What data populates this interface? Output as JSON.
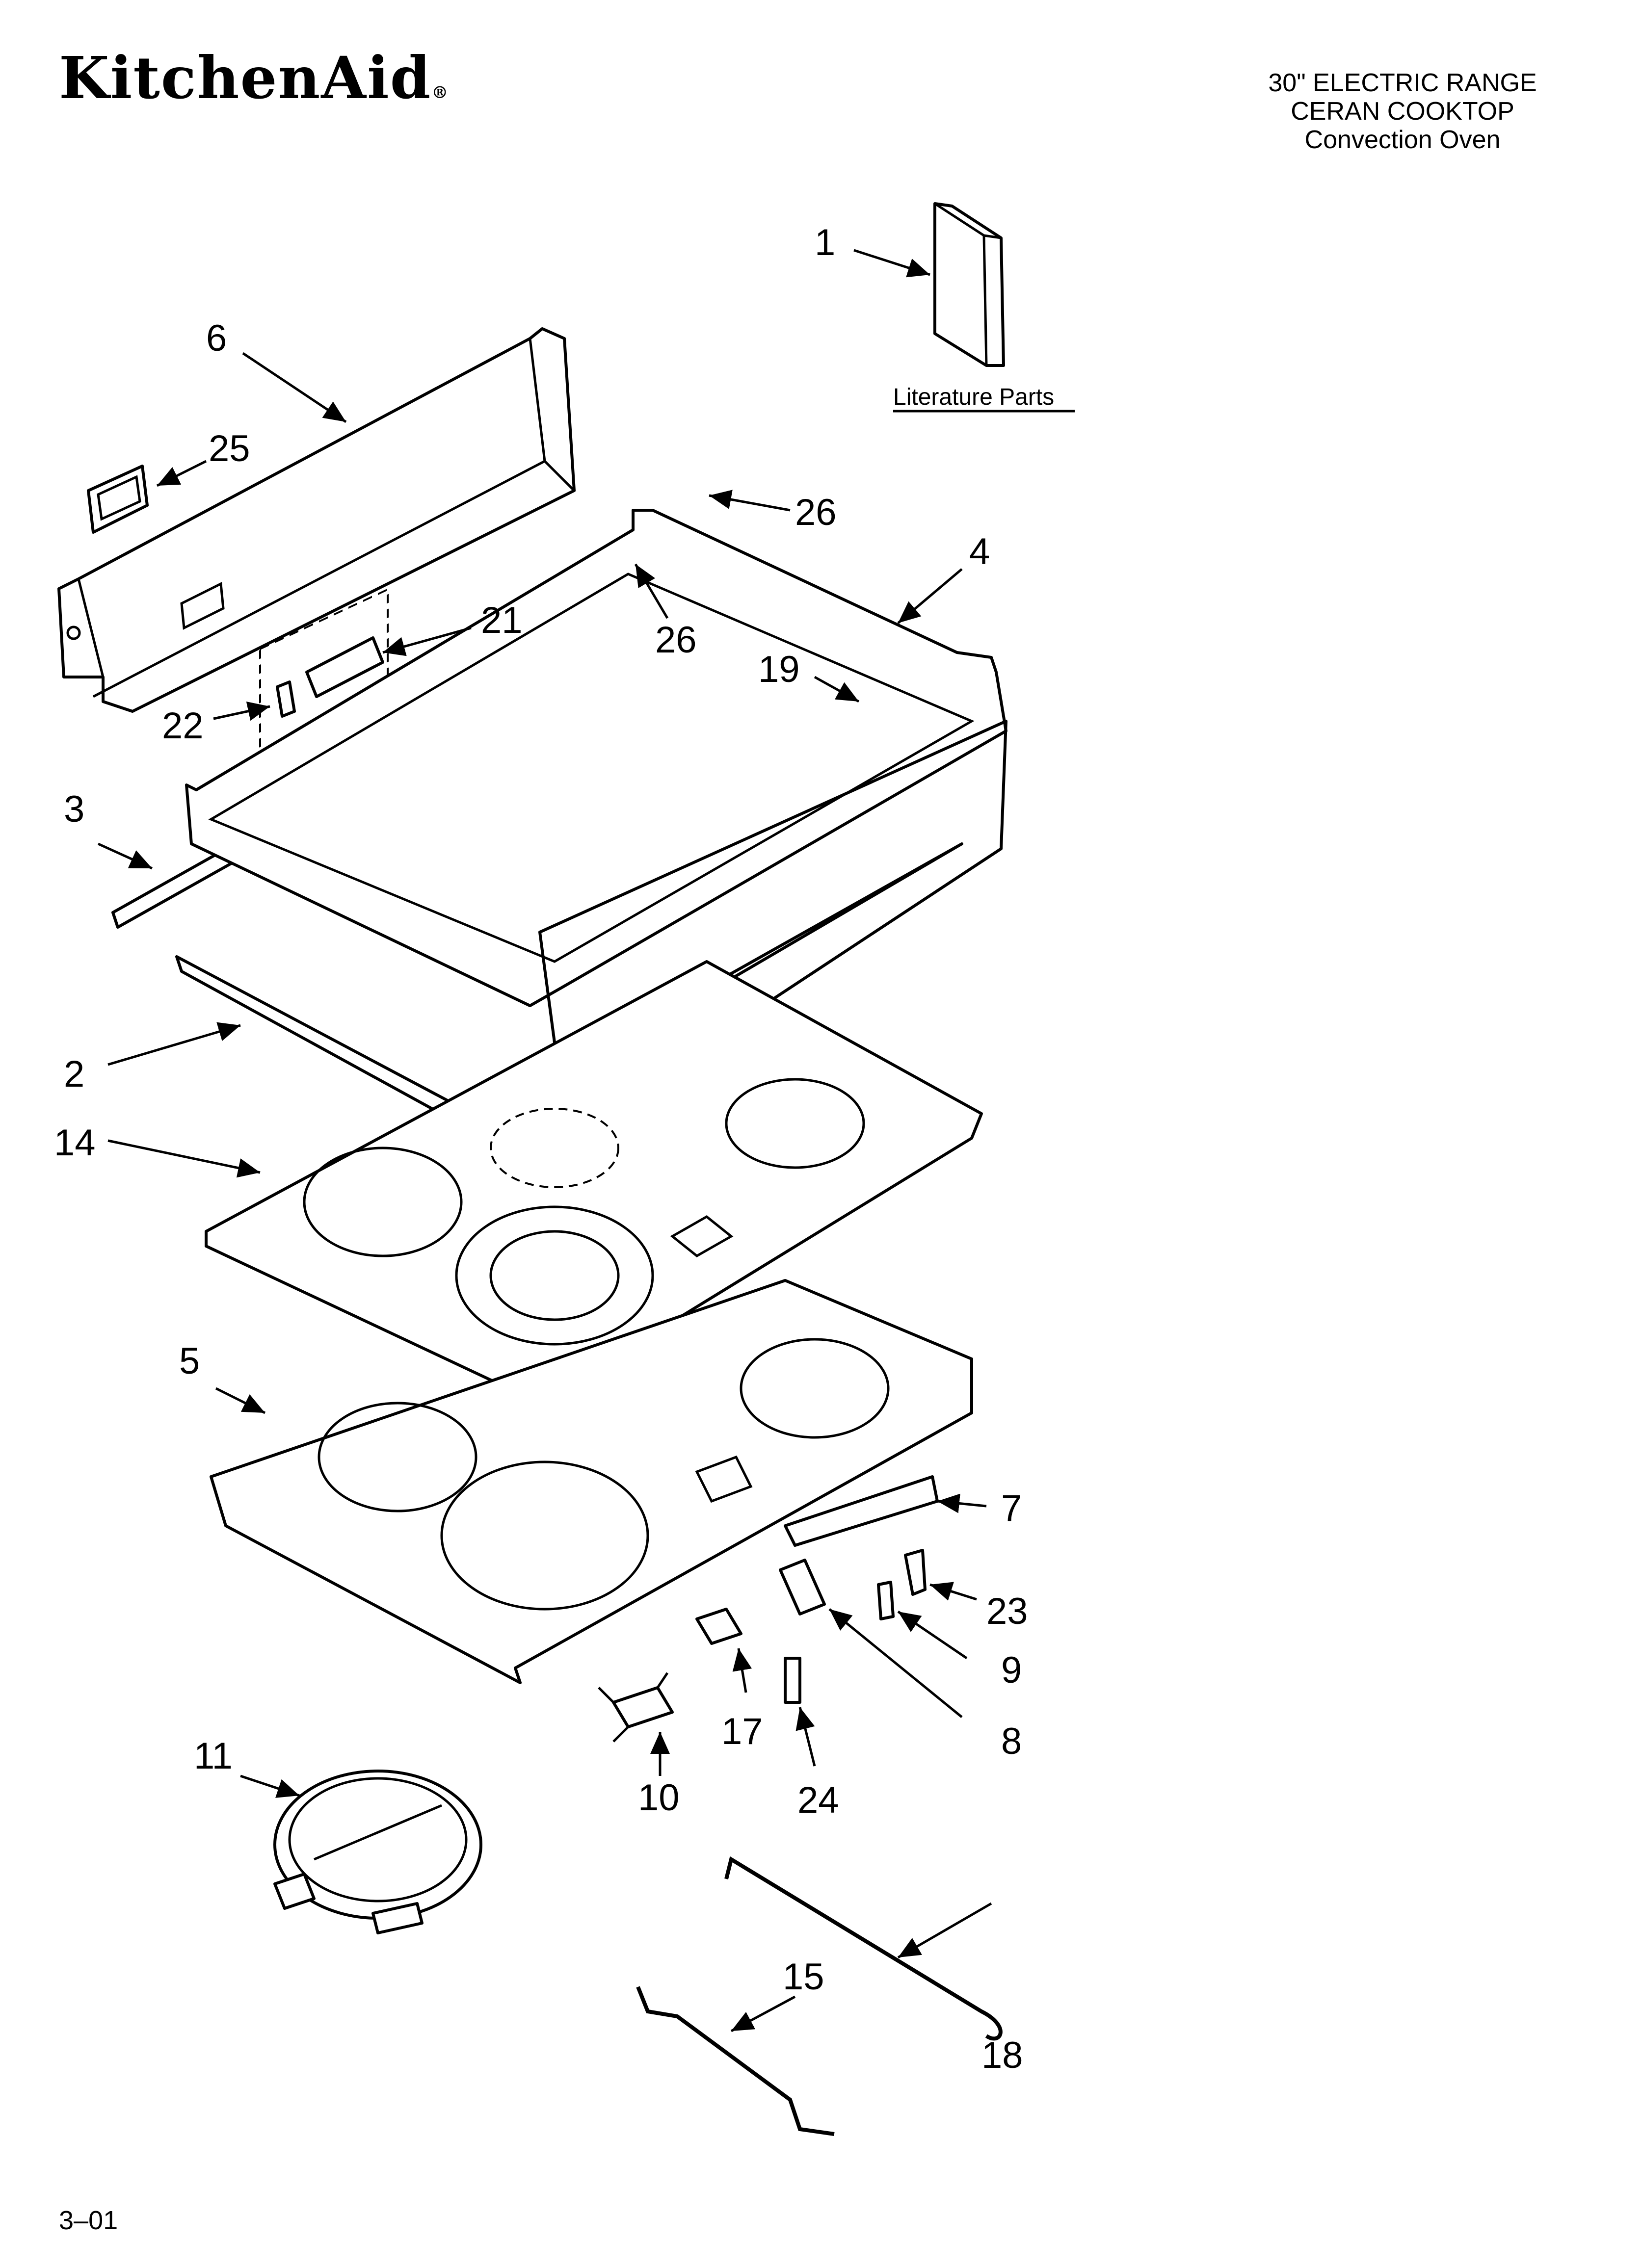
{
  "header": {
    "brand": "KitchenAid",
    "title_line1": "30\" ELECTRIC RANGE",
    "title_line2": "CERAN COOKTOP",
    "title_line3": "Convection Oven"
  },
  "literature_label": "Literature Parts",
  "callouts": {
    "c1": "1",
    "c2": "2",
    "c3": "3",
    "c4": "4",
    "c5": "5",
    "c6": "6",
    "c7": "7",
    "c8": "8",
    "c9": "9",
    "c10": "10",
    "c11": "11",
    "c14": "14",
    "c15": "15",
    "c17": "17",
    "c18": "18",
    "c19": "19",
    "c21": "21",
    "c22": "22",
    "c23": "23",
    "c24": "24",
    "c25": "25",
    "c26a": "26",
    "c26b": "26"
  },
  "footer": {
    "code": "3–01"
  }
}
